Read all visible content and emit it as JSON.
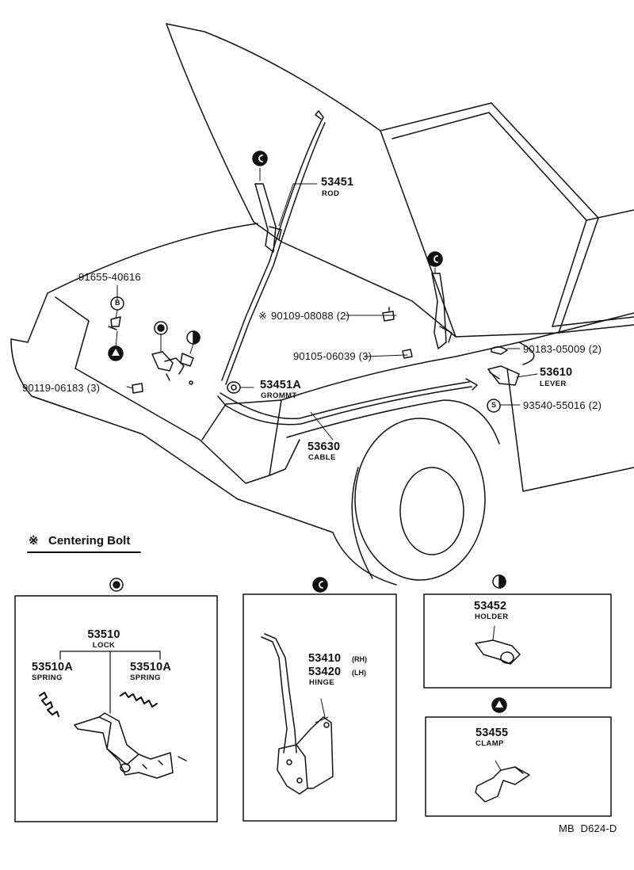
{
  "callouts": {
    "rod": {
      "number": "53451",
      "name": "ROD"
    },
    "bolt_91655": {
      "number": "91655-40616"
    },
    "bolt_90109": {
      "number": "90109-08088 (2)"
    },
    "bolt_90105": {
      "number": "90105-06039 (3)"
    },
    "bolt_90183": {
      "number": "90183-05009 (2)"
    },
    "lever": {
      "number": "53610",
      "name": "LEVER"
    },
    "bolt_90119": {
      "number": "90119-06183 (3)"
    },
    "grommet": {
      "number": "53451A",
      "name": "GROMMT"
    },
    "clip_93540": {
      "number": "93540-55016 (2)"
    },
    "cable": {
      "number": "53630",
      "name": "CABLE"
    }
  },
  "markers": {
    "centering_symbol": "※",
    "b_letter": "B",
    "s_letter": "S"
  },
  "legend": {
    "symbol": "※",
    "text": "Centering Bolt"
  },
  "lock_panel": {
    "lock_number": "53510",
    "lock_name": "LOCK",
    "spring_left_number": "53510A",
    "spring_left_name": "SPRING",
    "spring_right_number": "53510A",
    "spring_right_name": "SPRING"
  },
  "hinge_panel": {
    "rh_number": "53410",
    "rh_suffix": "(RH)",
    "lh_number": "53420",
    "lh_suffix": "(LH)",
    "name": "HINGE"
  },
  "holder_panel": {
    "number": "53452",
    "name": "HOLDER"
  },
  "clamp_panel": {
    "number": "53455",
    "name": "CLAMP"
  },
  "footer": {
    "code": "MB  D624-D"
  },
  "icons": {
    "lock_marker": "double-circle-icon",
    "hinge_marker": "c-circle-icon",
    "holder_marker": "half-filled-circle-icon",
    "clamp_marker": "triangle-circle-icon"
  }
}
